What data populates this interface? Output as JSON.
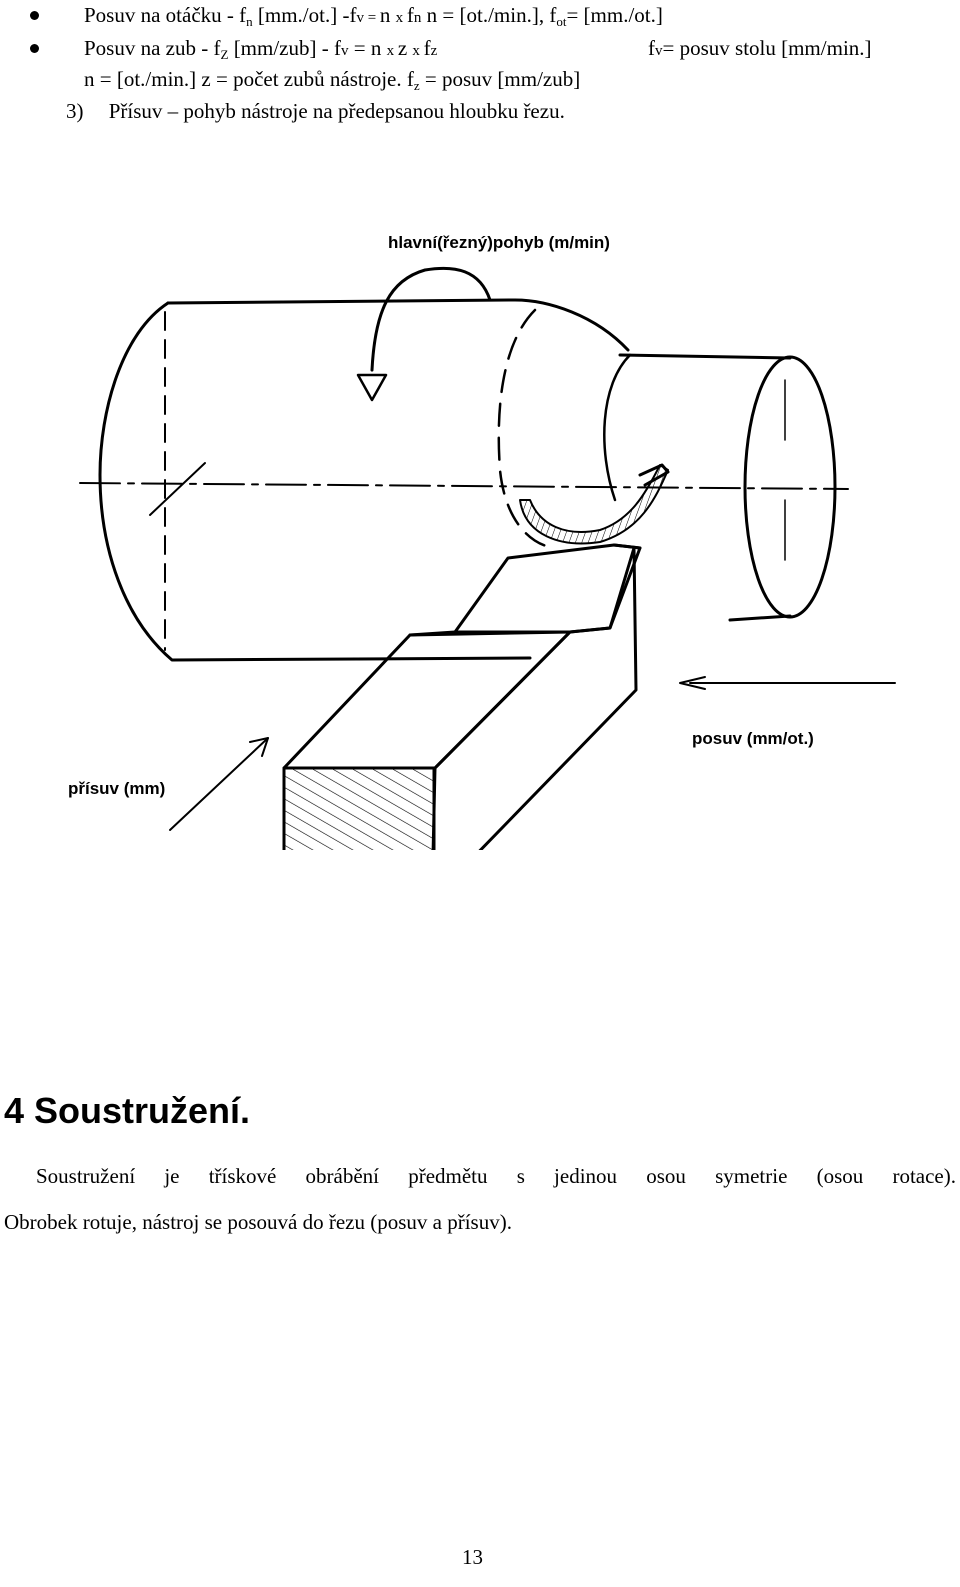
{
  "lines": {
    "l1": {
      "a": "Posuv na otáčku - f",
      "a_sub": "n",
      "b": " [mm./ot.]  -f",
      "b_sm": "v = ",
      "c": "n ",
      "c_sm": "x ",
      "d": "f",
      "d_sm": "n",
      "e": "  n = [ot./min.], f",
      "e_sub": "ot",
      "f": "= [mm./ot.]"
    },
    "l2": {
      "a": "Posuv na zub - f",
      "a_sub": "Z",
      "b": " [mm/zub] -     f",
      "b_sm": "v",
      "c": " = n ",
      "c_sm": "x ",
      "d": "z ",
      "d_sm": "x ",
      "e": "f",
      "e_sm": "z",
      "f": "f",
      "f_sm": "v",
      "g": "= posuv stolu [mm/min.]"
    },
    "l3": {
      "a": "n = [ot./min.] z = počet zubů nástroje. f",
      "a_sub": "z",
      "b": " = posuv  [mm/zub]"
    },
    "l4": {
      "num": "3)",
      "text": "Přísuv – pohyb nástroje na předepsanou hloubku řezu."
    }
  },
  "figure": {
    "label_main": "hlavní(řezný)pohyb  (m/min)",
    "label_feed": "posuv (mm/ot.)",
    "label_infeed": "přísuv (mm)"
  },
  "section": {
    "heading": "4  Soustružení."
  },
  "paragraph": {
    "p1": "Soustružení je třískové obrábění předmětu s jedinou osou symetrie (osou rotace).",
    "p2": "Obrobek rotuje, nástroj se posouvá do řezu (posuv a přísuv)."
  },
  "page_number": "13"
}
